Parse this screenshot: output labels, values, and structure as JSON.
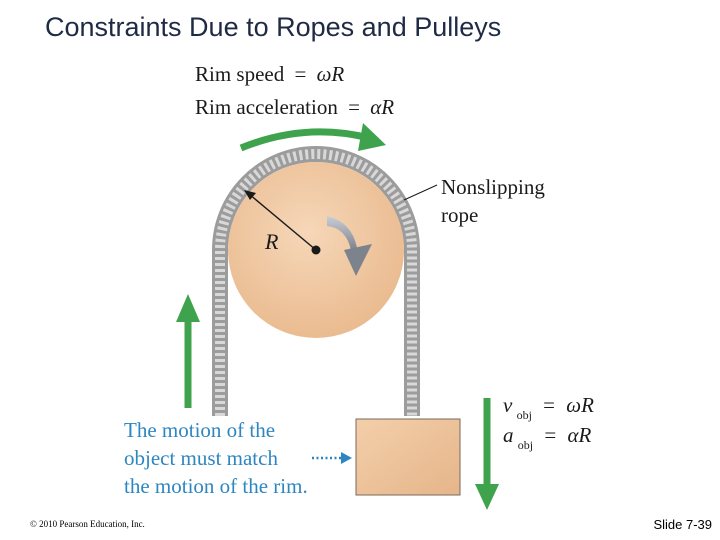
{
  "slide": {
    "title": "Constraints Due to Ropes and Pulleys",
    "copyright": "© 2010 Pearson Education, Inc.",
    "slide_number": "Slide 7-39"
  },
  "diagram": {
    "rim_speed": {
      "label": "Rim speed",
      "eq": "=",
      "expr": "ωR"
    },
    "rim_acceleration": {
      "label": "Rim acceleration",
      "eq": "=",
      "expr": "αR"
    },
    "rope_label": [
      "Nonslipping",
      "rope"
    ],
    "radius_label": "R",
    "v_obj": {
      "symbol": "v",
      "subscript": "obj",
      "eq": "=",
      "expr": "ωR"
    },
    "a_obj": {
      "symbol": "a",
      "subscript": "obj",
      "eq": "=",
      "expr": "αR"
    },
    "motion_note": [
      "The motion of the",
      "object must match",
      "the motion of the rim."
    ],
    "colors": {
      "pulley": "#f2c9a2",
      "arrow_green": "#3fa34d",
      "rotation_gray": "#8a9099",
      "note_blue": "#2e86c1",
      "rope": "#b9b9b9"
    }
  }
}
